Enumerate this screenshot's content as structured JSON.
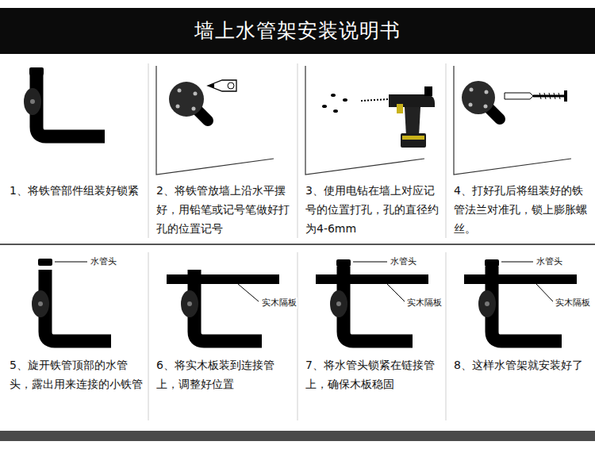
{
  "diagram": {
    "title": "墙上水管架安装说明书",
    "labels": [
      "1、将铁管部件组装好锁紧",
      "2、将铁管放墙上沿水平摆好，用铅笔或记号笔做好打孔的位置记号",
      "3、使用电钻在墙上对应记号的位置打孔，孔的直径约为4-6mm",
      "4、打好孔后将组装好的铁管法兰对准孔，锁上膨胀螺丝。",
      "5、旋开铁管顶部的水管头，露出用来连接的小铁管",
      "6、将实木板装到连接管上，调整好位置",
      "7、将水管头锁紧在链接管上，确保木板稳固",
      "8、这样水管架就安装好了",
      "水管头",
      "实木隔板",
      "水管头",
      "实木隔板",
      "水管头",
      "实木隔板"
    ]
  }
}
